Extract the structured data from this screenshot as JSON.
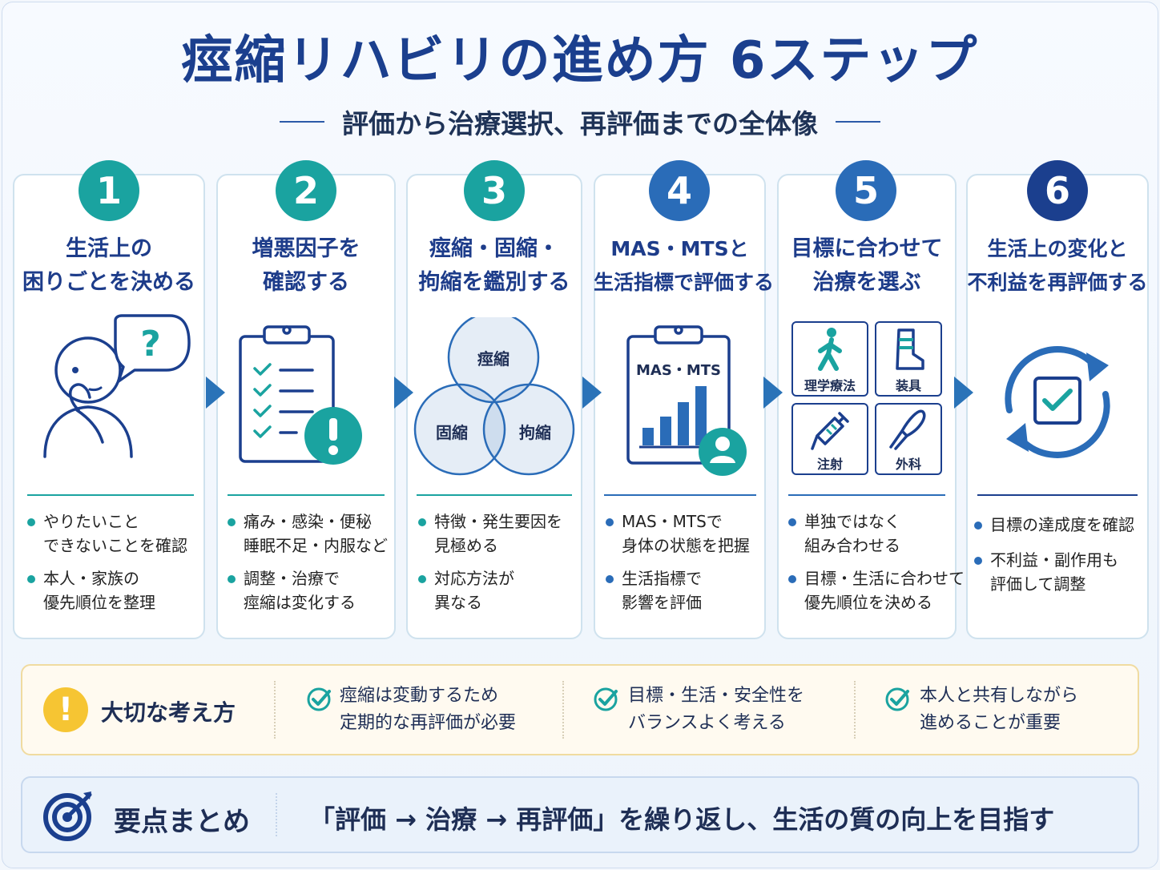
{
  "title": "痙縮リハビリの進め方 6ステップ",
  "subtitle": "評価から治療選択、再評価までの全体像",
  "colors": {
    "teal": "#1aa3a0",
    "blue": "#2a6cb8",
    "navy": "#1b3f8e",
    "yellow": "#f6c533"
  },
  "steps": [
    {
      "number": "1",
      "title_lines": [
        "生活上の",
        "困りごとを決める"
      ],
      "bullets": [
        [
          "やりたいこと",
          "できないことを確認"
        ],
        [
          "本人・家族の",
          "優先順位を整理"
        ]
      ]
    },
    {
      "number": "2",
      "title_lines": [
        "増悪因子を",
        "確認する"
      ],
      "bullets": [
        [
          "痛み・感染・便秘",
          "睡眠不足・内服など"
        ],
        [
          "調整・治療で",
          "痙縮は変化する"
        ]
      ]
    },
    {
      "number": "3",
      "title_lines": [
        "痙縮・固縮・",
        "拘縮を鑑別する"
      ],
      "venn": [
        "痙縮",
        "固縮",
        "拘縮"
      ],
      "bullets": [
        [
          "特徴・発生要因を",
          "見極める"
        ],
        [
          "対応方法が",
          "異なる"
        ]
      ]
    },
    {
      "number": "4",
      "title_lines": [
        "MAS・MTSと",
        "生活指標で評価する"
      ],
      "chart_label": "MAS・MTS",
      "bullets": [
        [
          "MAS・MTSで",
          "身体の状態を把握"
        ],
        [
          "生活指標で",
          "影響を評価"
        ]
      ]
    },
    {
      "number": "5",
      "title_lines": [
        "目標に合わせて",
        "治療を選ぶ"
      ],
      "treatments": [
        "理学療法",
        "装具",
        "注射",
        "外科"
      ],
      "bullets": [
        [
          "単独ではなく",
          "組み合わせる"
        ],
        [
          "目標・生活に合わせて",
          "優先順位を決める"
        ]
      ]
    },
    {
      "number": "6",
      "title_lines": [
        "生活上の変化と",
        "不利益を再評価する"
      ],
      "bullets": [
        [
          "目標の達成度を確認"
        ],
        [
          "不利益・副作用も",
          "評価して調整"
        ]
      ]
    }
  ],
  "key_ideas": {
    "label": "大切な考え方",
    "points": [
      [
        "痙縮は変動するため",
        "定期的な再評価が必要"
      ],
      [
        "目標・生活・安全性を",
        "バランスよく考える"
      ],
      [
        "本人と共有しながら",
        "進めることが重要"
      ]
    ]
  },
  "summary": {
    "label": "要点まとめ",
    "text": "「評価 → 治療 → 再評価」を繰り返し、生活の質の向上を目指す"
  }
}
